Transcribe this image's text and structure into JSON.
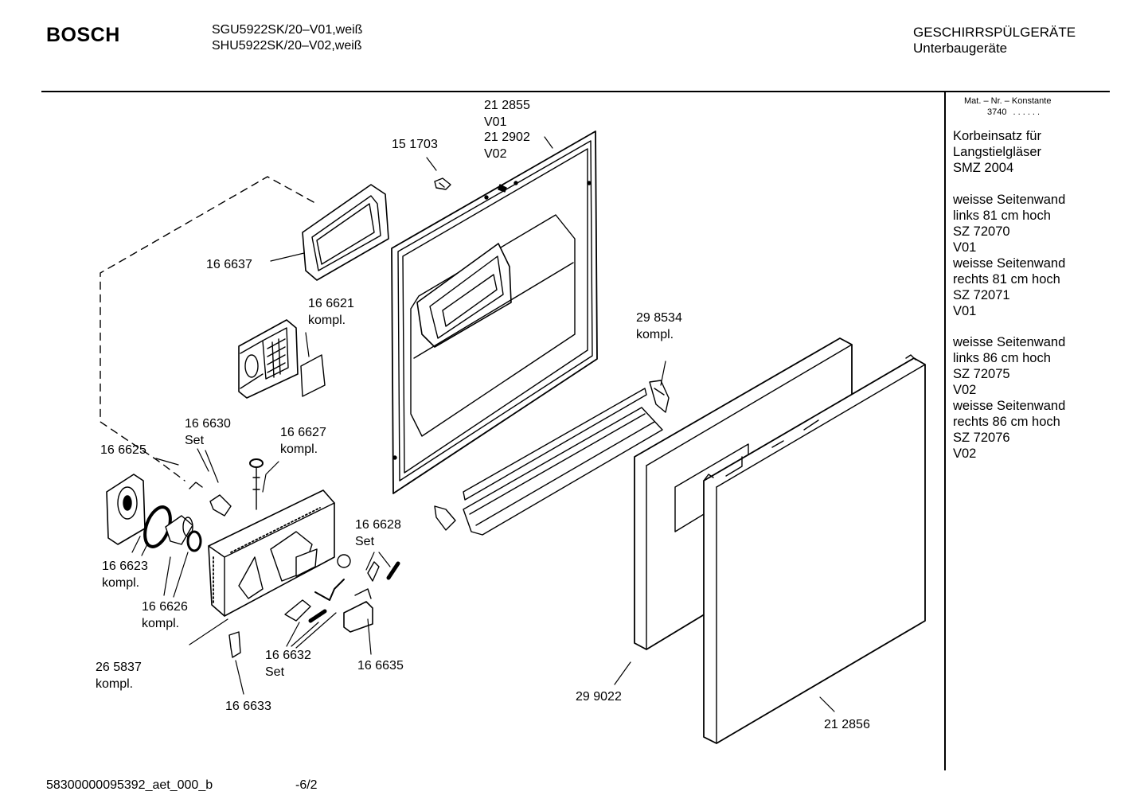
{
  "header": {
    "brand": "BOSCH",
    "model_line1": "SGU5922SK/20–V01,weiß",
    "model_line2": "SHU5922SK/20–V02,weiß",
    "category": "GESCHIRRSPÜLGERÄTE",
    "subcategory": "Unterbaugeräte"
  },
  "sidebar": {
    "mat_label": "Mat. – Nr. – Konstante",
    "mat_value": "3740",
    "mat_dots": ". . . . . .",
    "accessories": [
      {
        "lines": [
          "Korbeinsatz für",
          "Langstielgläser",
          "SMZ 2004"
        ]
      },
      {
        "lines": [
          "weisse Seitenwand",
          "links 81 cm hoch",
          "SZ 72070",
          "V01"
        ]
      },
      {
        "lines": [
          "weisse Seitenwand",
          "rechts 81 cm hoch",
          "SZ 72071",
          "V01"
        ]
      },
      {
        "lines": [
          "weisse Seitenwand",
          "links 86 cm hoch",
          "SZ 72075",
          "V02"
        ]
      },
      {
        "lines": [
          "weisse Seitenwand",
          "rechts 86 cm hoch",
          "SZ 72076",
          "V02"
        ]
      }
    ]
  },
  "parts": {
    "p212855": {
      "num": "21 2855",
      "var": "V01"
    },
    "p212902": {
      "num": "21 2902",
      "var": "V02"
    },
    "p151703": {
      "num": "15 1703"
    },
    "p166637": {
      "num": "16 6637"
    },
    "p166621": {
      "num": "16 6621",
      "note": "kompl."
    },
    "p298534": {
      "num": "29 8534",
      "note": "kompl."
    },
    "p166630": {
      "num": "16 6630",
      "note": "Set"
    },
    "p166627": {
      "num": "16 6627",
      "note": "kompl."
    },
    "p166625": {
      "num": "16 6625"
    },
    "p166628": {
      "num": "16 6628",
      "note": "Set"
    },
    "p166623": {
      "num": "16 6623",
      "note": "kompl."
    },
    "p166626": {
      "num": "16 6626",
      "note": "kompl."
    },
    "p265837": {
      "num": "26 5837",
      "note": "kompl."
    },
    "p166632": {
      "num": "16 6632",
      "note": "Set"
    },
    "p166635": {
      "num": "16 6635"
    },
    "p166633": {
      "num": "16 6633"
    },
    "p299022": {
      "num": "29 9022"
    },
    "p212856": {
      "num": "21 2856"
    }
  },
  "footer": {
    "doc_id": "58300000095392_aet_000_b",
    "page": "-6/2"
  }
}
